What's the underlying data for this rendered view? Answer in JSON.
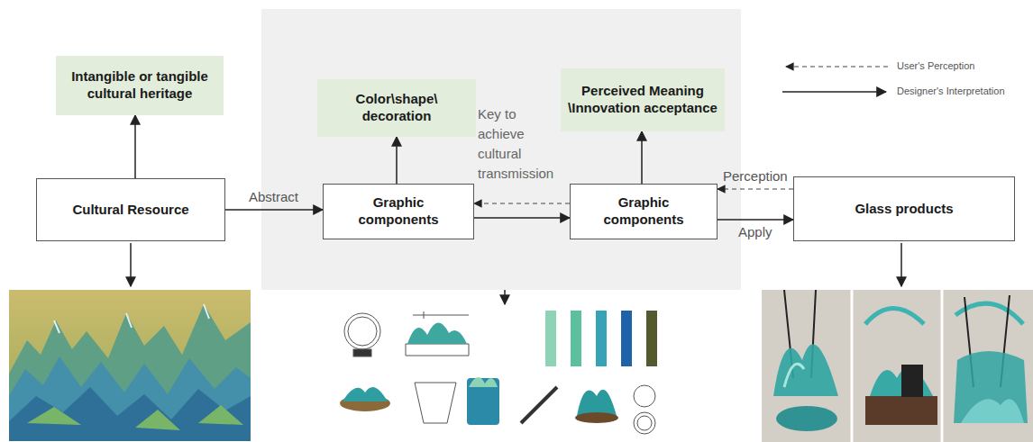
{
  "diagram": {
    "nodes": [
      {
        "text": [
          "Intangible or tangible cultural heritage"
        ]
      },
      {
        "text": [
          "Color\\shape\\ decoration"
        ]
      },
      {
        "text": [
          "Perceived Meaning \\Innovation acceptance"
        ]
      },
      {
        "text": [
          "Cultural Resource"
        ]
      },
      {
        "text": [
          "Graphic components"
        ]
      },
      {
        "text": [
          "Graphic components"
        ]
      },
      {
        "text": [
          "Glass products"
        ]
      }
    ],
    "edges": [
      {
        "from": 3,
        "to": 0,
        "arrow": "to"
      },
      {
        "from": 3,
        "to": 4,
        "label": "Abstract",
        "arrow": "to"
      },
      {
        "from": 4,
        "to": 1,
        "arrow": "to"
      },
      {
        "from": 4,
        "to": 5,
        "arrow": "to"
      },
      {
        "from": 5,
        "to": 4,
        "arrow": "to"
      },
      {
        "from": 5,
        "to": 2,
        "arrow": "to"
      },
      {
        "from": 6,
        "to": 5,
        "label": "Perception",
        "arrow": "to"
      },
      {
        "from": 5,
        "to": 6,
        "label": "Apply",
        "arrow": "to"
      }
    ],
    "labels": [
      "Key to achieve cultural transmission"
    ],
    "legend": [
      {
        "text": "User's Perception"
      },
      {
        "text": "Designer's Interpretation"
      }
    ]
  }
}
